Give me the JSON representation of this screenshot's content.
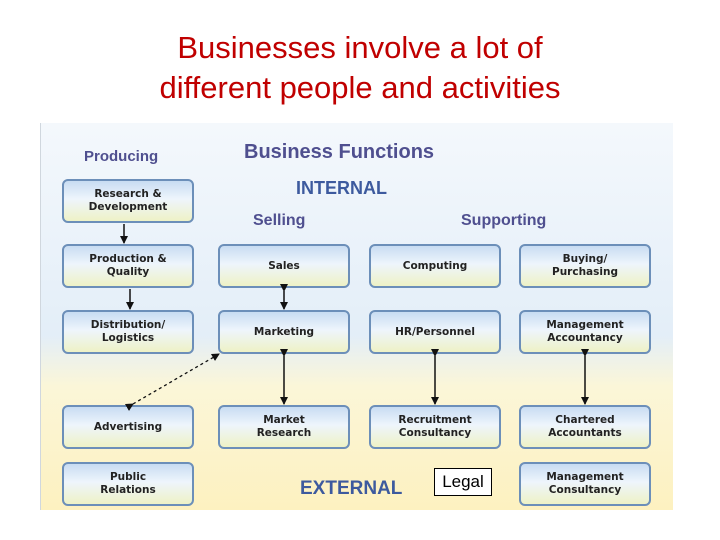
{
  "title_line1": "Businesses involve a lot of",
  "title_line2": "different people and activities",
  "diagram": {
    "heading": "Business Functions",
    "internal": "INTERNAL",
    "external": "EXTERNAL",
    "producing": "Producing",
    "selling": "Selling",
    "supporting": "Supporting",
    "boxes": {
      "research": "Research &\nDevelopment",
      "production": "Production &\nQuality",
      "distribution": "Distribution/\nLogistics",
      "advertising": "Advertising",
      "public_relations": "Public\nRelations",
      "sales": "Sales",
      "marketing": "Marketing",
      "market_research": "Market\nResearch",
      "computing": "Computing",
      "hr": "HR/Personnel",
      "recruitment": "Recruitment\nConsultancy",
      "buying": "Buying/\nPurchasing",
      "management_accountancy": "Management\nAccountancy",
      "chartered": "Chartered\nAccountants",
      "management_consultancy": "Management\nConsultancy"
    },
    "legal_label": "Legal"
  }
}
